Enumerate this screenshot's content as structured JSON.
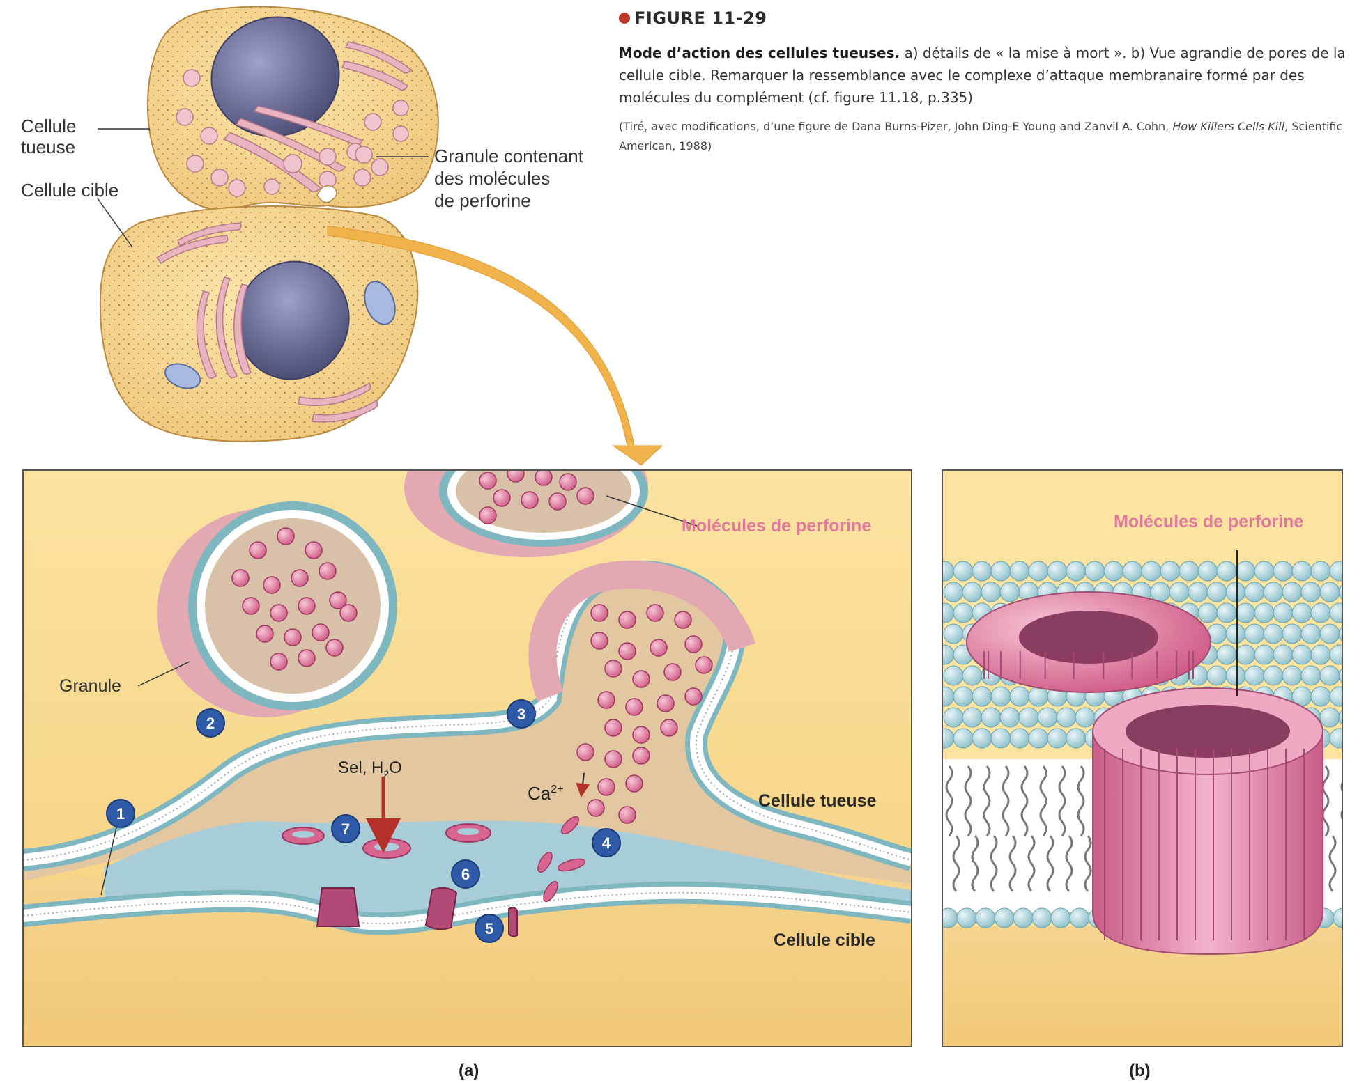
{
  "figure": {
    "number": "FIGURE 11-29",
    "caption_lead": "Mode d’action des cellules tueuses.",
    "caption_rest": "a) détails de « la mise à mort ». b) Vue agrandie de pores de la cellule cible. Remarquer la ressemblance avec le complexe d’attaque membranaire formé par des molécules du complément (cf. figure 11.18, p.335)",
    "source_prefix": "(Tiré, avec modifications, d’une figure de Dana Burns-Pizer, John Ding-E Young and Zanvil A. Cohn,",
    "source_title": "How Killers Cells Kill",
    "source_suffix": ", Scientific American, 1988)"
  },
  "overview": {
    "label_killer_line1": "Cellule",
    "label_killer_line2": "tueuse",
    "label_target": "Cellule cible",
    "label_granule_line1": "Granule contenant",
    "label_granule_line2": "des molécules",
    "label_granule_line3": "de perforine"
  },
  "panel_a": {
    "label_perforin": "Molécules de perforine",
    "label_granule": "Granule",
    "label_killer": "Cellule tueuse",
    "label_target": "Cellule cible",
    "label_salt": "Sel, H",
    "label_salt_sub": "2",
    "label_salt_end": "O",
    "label_calcium": "Ca",
    "label_calcium_sup": "2+",
    "steps": [
      "1",
      "2",
      "3",
      "4",
      "5",
      "6",
      "7"
    ],
    "caption": "(a)"
  },
  "panel_b": {
    "label_perforin": "Molécules de perforine",
    "caption": "(b)"
  },
  "colors": {
    "cell_fill": "#f6d58e",
    "nucleus": "#6d6f9a",
    "organelle": "#e9b3bf",
    "perforin": "#d8658f",
    "step_badge": "#2f5aa8",
    "arrow": "#f0b24a",
    "lipid_head": "#a9cfd6"
  }
}
